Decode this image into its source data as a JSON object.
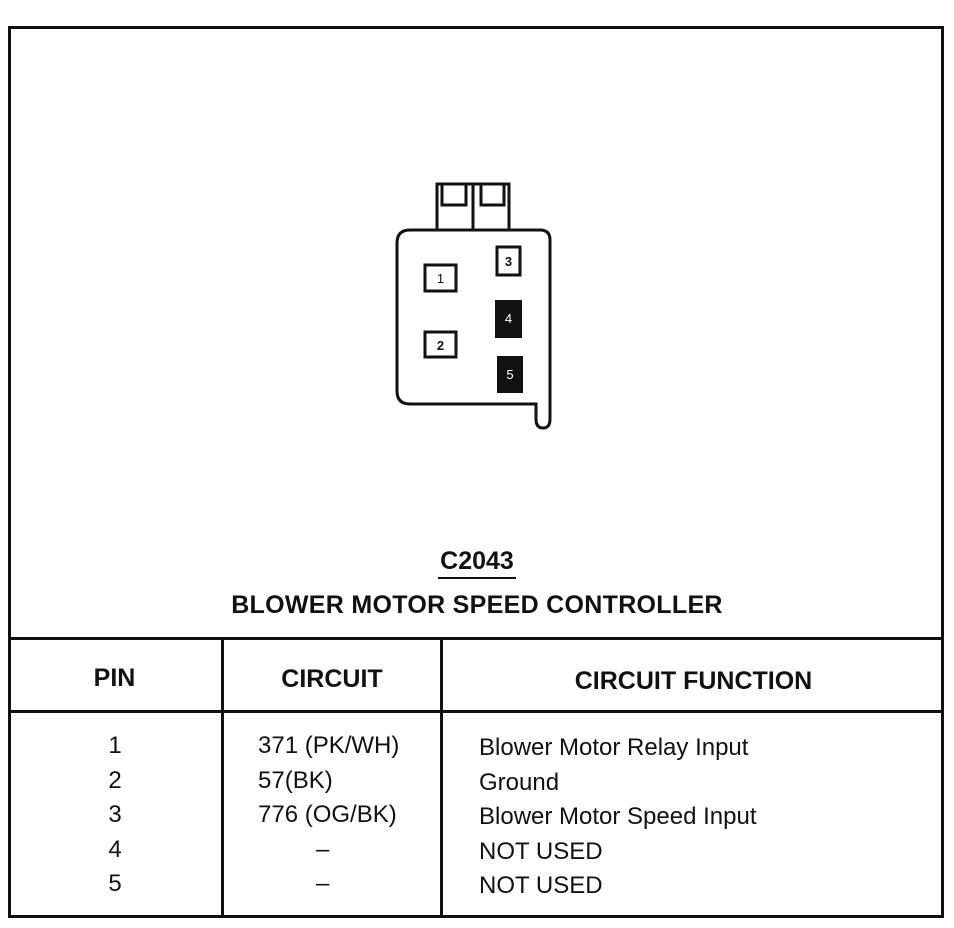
{
  "connector": {
    "id": "C2043",
    "name": "BLOWER MOTOR SPEED CONTROLLER",
    "pins": [
      {
        "label": "1",
        "filled": false
      },
      {
        "label": "2",
        "filled": false
      },
      {
        "label": "3",
        "filled": false
      },
      {
        "label": "4",
        "filled": true
      },
      {
        "label": "5",
        "filled": true
      }
    ]
  },
  "table": {
    "headers": {
      "pin": "PIN",
      "circuit": "CIRCUIT",
      "function": "CIRCUIT FUNCTION"
    },
    "rows": [
      {
        "pin": "1",
        "circuit": "371 (PK/WH)",
        "function": "Blower Motor Relay Input"
      },
      {
        "pin": "2",
        "circuit": "57(BK)",
        "function": "Ground"
      },
      {
        "pin": "3",
        "circuit": "776 (OG/BK)",
        "function": "Blower Motor Speed Input"
      },
      {
        "pin": "4",
        "circuit": "–",
        "function": "NOT USED"
      },
      {
        "pin": "5",
        "circuit": "–",
        "function": "NOT USED"
      }
    ]
  }
}
